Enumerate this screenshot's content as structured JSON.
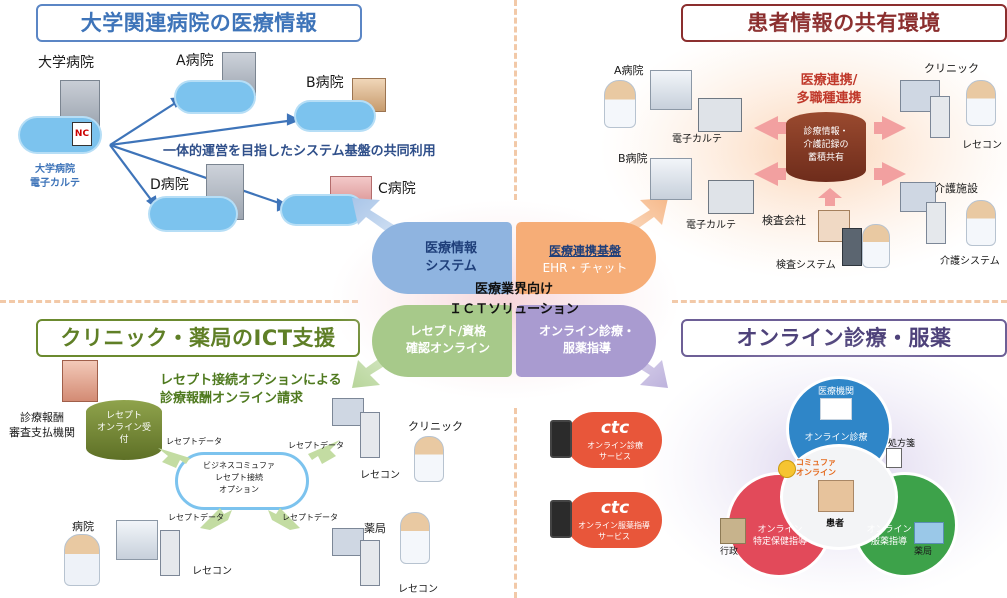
{
  "titles": {
    "tl": "大学関連病院の医療情報",
    "tr": "患者情報の共有環境",
    "bl": "クリニック・薬局のICT支援",
    "br": "オンライン診療・服薬"
  },
  "colors": {
    "blue": "#3e74b9",
    "maroon": "#8b2e2e",
    "green": "#6b8a2f",
    "purple": "#5a4b85",
    "orange": "#f2a25a",
    "lav": "#a99bd0",
    "lightgreen": "#a7c98a",
    "lightblue": "#8fb4e0"
  },
  "tl": {
    "univ": "大学病院",
    "a": "A病院",
    "b": "B病院",
    "c": "C病院",
    "d": "D病院",
    "ehr": "大学病院\n電子カルテ",
    "shared": "一体的運営を目指したシステム基盤の共同利用"
  },
  "tr": {
    "a": "A病院",
    "b": "B病院",
    "ehr1": "電子カルテ",
    "ehr2": "電子カルテ",
    "coop": "医療連携/\n多職種連携",
    "db": "診療情報・\n介護記録の\n蓄積共有",
    "clinic": "クリニック",
    "rececon": "レセコン",
    "care": "介護施設",
    "caresys": "介護システム",
    "lab": "検査会社",
    "labsys": "検査システム"
  },
  "center": {
    "q_tl": "医療情報\nシステム",
    "q_tr1": "医療連携基盤",
    "q_tr2": "EHR・チャット",
    "q_bl": "レセプト/資格\n確認オンライン",
    "q_br": "オンライン診療・\n服薬指導",
    "main1": "医療業界向け",
    "main2": "ＩＣＴソリューション"
  },
  "bl": {
    "heading": "レセプト接続オプションによる\n診療報酬オンライン請求",
    "org": "診療報酬\n審査支払機関",
    "db": "レセプト\nオンライン受\n付",
    "cloud": "ビジネスコミュファ\nレセプト接続\nオプション",
    "rd": "レセプトデータ",
    "clinic": "クリニック",
    "rececon": "レセコン",
    "hospital": "病院",
    "pharmacy": "薬局"
  },
  "br": {
    "ctc": "ctc",
    "svc1": "オンライン診療\nサービス",
    "svc2": "オンライン服薬指導\nサービス",
    "inst": "医療機関",
    "online": "オンライン診療",
    "rx": "処方箋",
    "patient": "患者",
    "gyosei": "行政",
    "tokutei": "オンライン\n特定保健指導",
    "fukuyaku": "オンライン\n服薬指導",
    "yakkyoku": "薬局",
    "brand": "コミュファ\nオンライン"
  }
}
